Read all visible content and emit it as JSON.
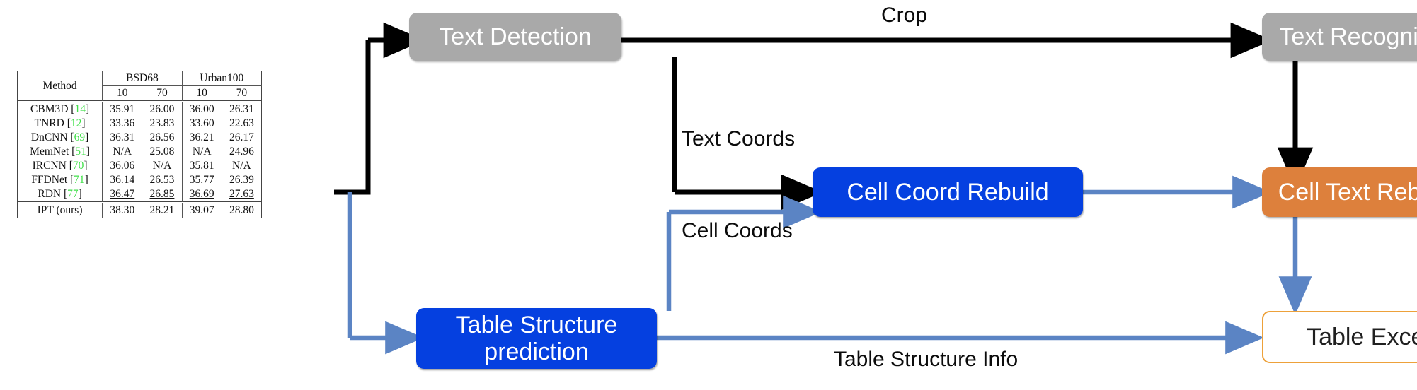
{
  "figure": {
    "input_table": {
      "caption_none": "",
      "col_groups": [
        "BSD68",
        "Urban100"
      ],
      "method_header": "Method",
      "sub_headers": [
        "10",
        "70",
        "10",
        "70"
      ],
      "rows": [
        {
          "method": "CBM3D",
          "ref": "14",
          "values": [
            "35.91",
            "26.00",
            "36.00",
            "26.31"
          ],
          "style": "normal"
        },
        {
          "method": "TNRD",
          "ref": "12",
          "values": [
            "33.36",
            "23.83",
            "33.60",
            "22.63"
          ],
          "style": "normal"
        },
        {
          "method": "DnCNN",
          "ref": "69",
          "values": [
            "36.31",
            "26.56",
            "36.21",
            "26.17"
          ],
          "style": "normal"
        },
        {
          "method": "MemNet",
          "ref": "51",
          "values": [
            "N/A",
            "25.08",
            "N/A",
            "24.96"
          ],
          "style": "normal"
        },
        {
          "method": "IRCNN",
          "ref": "70",
          "values": [
            "36.06",
            "N/A",
            "35.81",
            "N/A"
          ],
          "style": "normal"
        },
        {
          "method": "FFDNet",
          "ref": "71",
          "values": [
            "36.14",
            "26.53",
            "35.77",
            "26.39"
          ],
          "style": "normal"
        },
        {
          "method": "RDN",
          "ref": "77",
          "values": [
            "36.47",
            "26.85",
            "36.69",
            "27.63"
          ],
          "style": "underline"
        },
        {
          "method": "IPT (ours)",
          "ref": "",
          "values": [
            "38.30",
            "28.21",
            "39.07",
            "28.80"
          ],
          "style": "bold"
        }
      ]
    },
    "nodes": {
      "text_detection": "Text Detection",
      "text_recognition": "Text Recognition",
      "cell_coord_rebuild": "Cell Coord Rebuild",
      "cell_text_rebuild": "Cell Text Rebuild",
      "table_structure_prediction_line1": "Table Structure",
      "table_structure_prediction_line2": "prediction",
      "table_excel": "Table Excel"
    },
    "edge_labels": {
      "crop": "Crop",
      "text_coords": "Text Coords",
      "cell_coords": "Cell Coords",
      "table_structure_info": "Table Structure Info"
    },
    "colors": {
      "gray_node": "#a9a9a9",
      "blue_node": "#0540e0",
      "orange_node": "#dd803c",
      "excel_outline": "#eda13a",
      "black_arrow": "#000000",
      "blue_arrow": "#5b84c4",
      "reference_green": "#41e04a"
    }
  }
}
